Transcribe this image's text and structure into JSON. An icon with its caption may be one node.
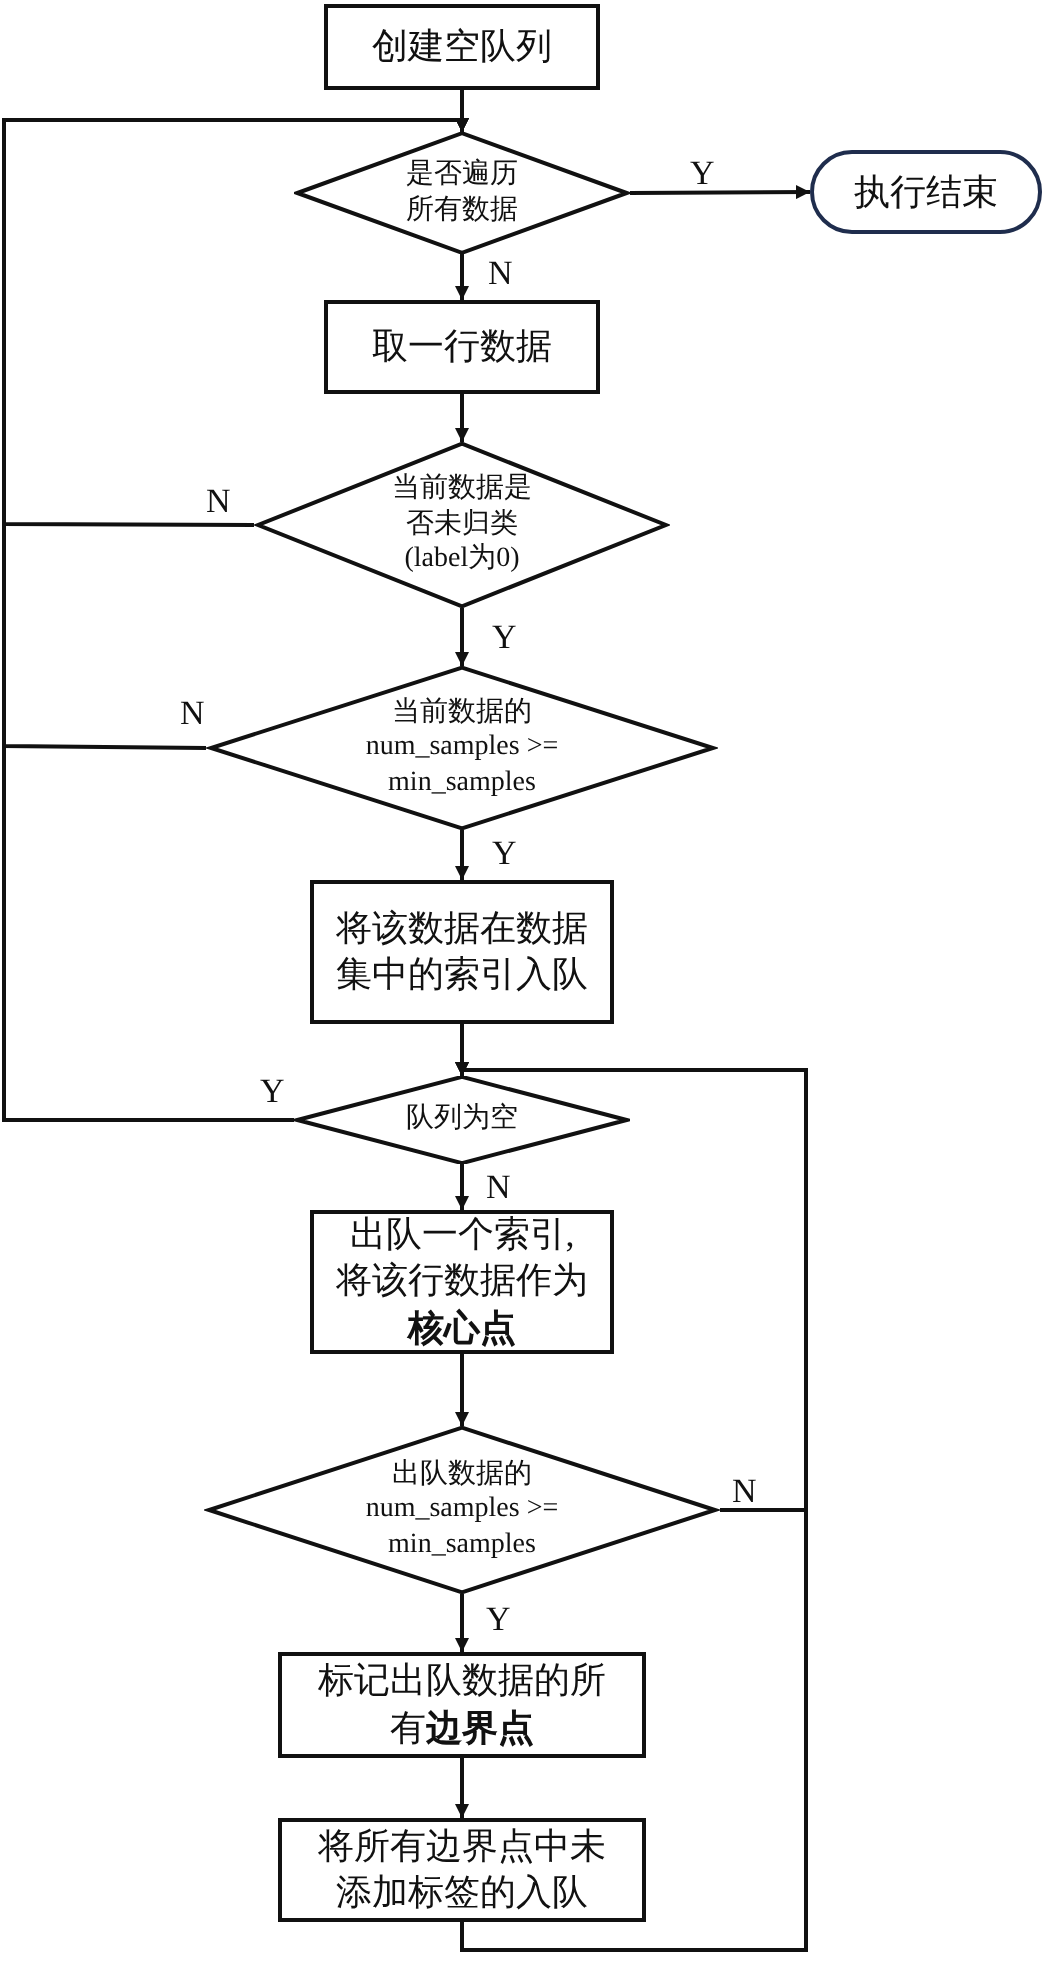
{
  "diagram": {
    "nodes": [
      {
        "text": [
          "创建空队列"
        ]
      },
      {
        "text": [
          "是否遍历所有数据"
        ]
      },
      {
        "text": [
          "执行结束"
        ]
      },
      {
        "text": [
          "取一行数据"
        ]
      },
      {
        "text": [
          "当前数据是否未归类(label为0)"
        ]
      },
      {
        "text": [
          "当前数据的 num_samples >= min_samples"
        ]
      },
      {
        "text": [
          "将该数据在数据集中的索引入队"
        ]
      },
      {
        "text": [
          "队列为空"
        ]
      },
      {
        "text": [
          "出队一个索引,将该行数据作为**核心点**"
        ]
      },
      {
        "text": [
          "出队数据的 num_samples >= min_samples"
        ]
      },
      {
        "text": [
          "标记出队数据的所有**边界点**"
        ]
      },
      {
        "text": [
          "将所有边界点中未添加标签的入队"
        ]
      }
    ],
    "edges": [
      {
        "from": 0,
        "to": 1,
        "arrow": "to"
      },
      {
        "from": 1,
        "to": 2,
        "arrow": "to",
        "label": "Y"
      },
      {
        "from": 1,
        "to": 3,
        "arrow": "to",
        "label": "N"
      },
      {
        "from": 3,
        "to": 4,
        "arrow": "to"
      },
      {
        "from": 4,
        "to": 1,
        "arrow": "to",
        "label": "N"
      },
      {
        "from": 4,
        "to": 5,
        "arrow": "to",
        "label": "Y"
      },
      {
        "from": 5,
        "to": 1,
        "arrow": "to",
        "label": "N"
      },
      {
        "from": 5,
        "to": 6,
        "arrow": "to",
        "label": "Y"
      },
      {
        "from": 6,
        "to": 7,
        "arrow": "to"
      },
      {
        "from": 7,
        "to": 1,
        "arrow": "to",
        "label": "Y"
      },
      {
        "from": 7,
        "to": 8,
        "arrow": "to",
        "label": "N"
      },
      {
        "from": 8,
        "to": 9,
        "arrow": "to"
      },
      {
        "from": 9,
        "to": 7,
        "arrow": "to",
        "label": "N"
      },
      {
        "from": 9,
        "to": 10,
        "arrow": "to",
        "label": "Y"
      },
      {
        "from": 10,
        "to": 11,
        "arrow": "to"
      },
      {
        "from": 11,
        "to": 7,
        "arrow": "to"
      }
    ]
  }
}
